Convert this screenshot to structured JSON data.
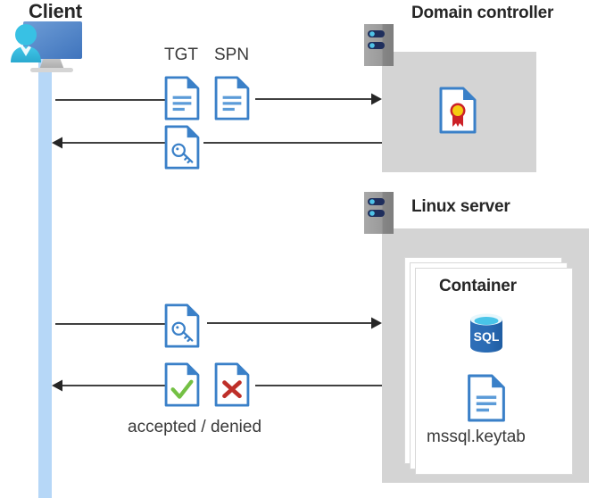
{
  "diagram": {
    "title_client": "Client",
    "title_domain_controller": "Domain controller",
    "title_linux_server": "Linux server",
    "title_container": "Container",
    "label_tgt": "TGT",
    "label_spn": "SPN",
    "label_keytab": "mssql.keytab",
    "label_accepted_denied": "accepted / denied",
    "sql_icon_text": "SQL"
  },
  "icons": {
    "client": "user-monitor-icon",
    "server": "server-rack-icon",
    "certificate": "certificate-document-icon",
    "key_document": "key-document-icon",
    "text_document": "text-document-icon",
    "approved_document": "check-document-icon",
    "denied_document": "x-document-icon",
    "database": "sql-database-icon"
  },
  "flows": [
    {
      "id": "flow-1",
      "direction": "right",
      "from": "Client",
      "to": "Domain controller",
      "payload": "TGT SPN"
    },
    {
      "id": "flow-2",
      "direction": "left",
      "from": "Domain controller",
      "to": "Client",
      "payload": "key document"
    },
    {
      "id": "flow-3",
      "direction": "right",
      "from": "Client",
      "to": "Linux server",
      "payload": "key document"
    },
    {
      "id": "flow-4",
      "direction": "left",
      "from": "Linux server",
      "to": "Client",
      "payload": "accepted / denied"
    }
  ],
  "colors": {
    "panel_gray": "#d4d4d4",
    "lifeline_blue": "#b6d7f7",
    "doc_blue": "#3a80c8",
    "monitor_blue": "#4b7fc4",
    "person_cyan": "#34bde3",
    "sql_blue": "#2b6db5",
    "check_green": "#74c044",
    "x_red": "#be2f29",
    "medal_gold": "#f5cc10",
    "medal_red": "#cc2127",
    "server_gray": "#9b9b9b",
    "server_navy": "#1f2e5c",
    "arrow_dark": "#404040",
    "text_dark": "#262626"
  }
}
